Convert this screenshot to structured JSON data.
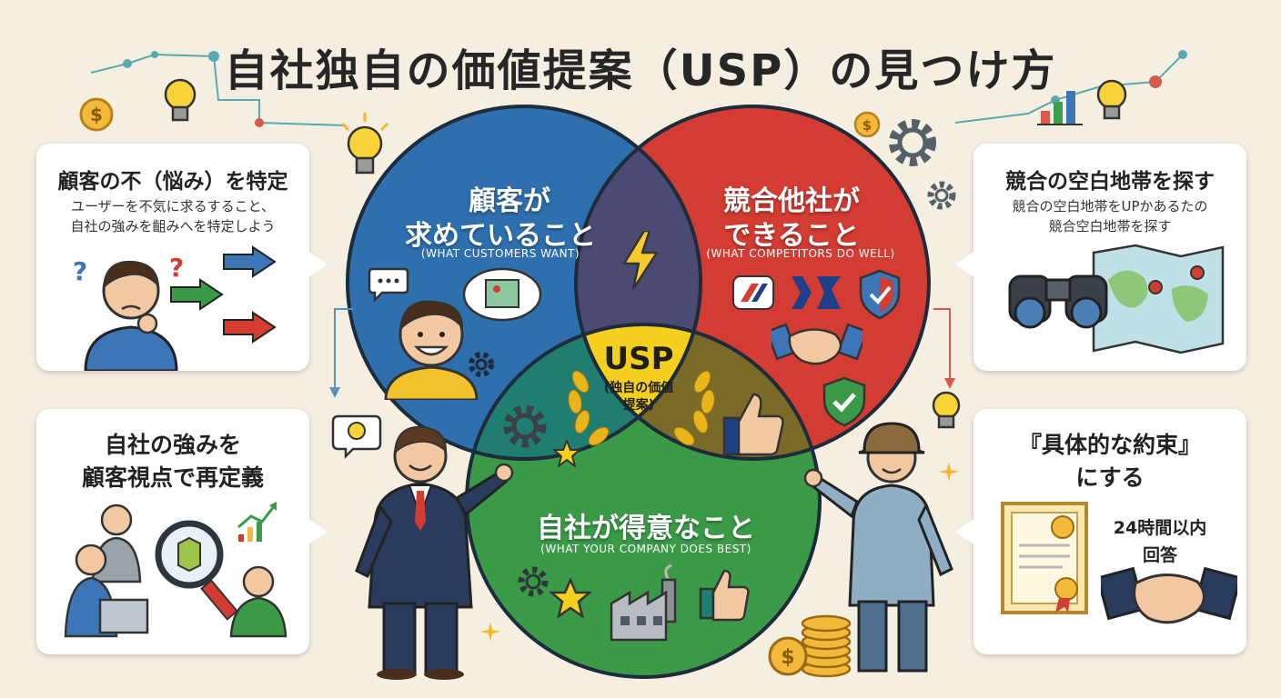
{
  "title": "自社独自の価値提案（USP）の見つけ方",
  "venn": {
    "customers": {
      "title_line1": "顧客が",
      "title_line2": "求めていること",
      "subtitle": "(WHAT CUSTOMERS WANT)",
      "color": "#2e6fae"
    },
    "competitors": {
      "title_line1": "競合他社が",
      "title_line2": "できること",
      "subtitle": "(WHAT COMPETITORS DO WELL)",
      "color": "#d23c32"
    },
    "company": {
      "title": "自社が得意なこと",
      "subtitle": "(WHAT YOUR COMPANY DOES BEST)",
      "color": "#3b9a48"
    },
    "usp": {
      "title": "USP",
      "subtitle_line1": "(独自の価値",
      "subtitle_line2": "提案)",
      "color": "#f5cf1d"
    }
  },
  "cards": {
    "identify": {
      "title": "顧客の不（悩み）を特定",
      "desc_line1": "ユーザーを不気に求るすること、",
      "desc_line2": "自社の強みを齟みへを特定しよう"
    },
    "redefine": {
      "title_line1": "自社の強みを",
      "title_line2": "顧客視点で再定義"
    },
    "whitespace": {
      "title": "競合の空白地帯を探す",
      "desc_line1": "競合の空白地帯をUPかあるたの",
      "desc_line2": "競合空白地帯を探す"
    },
    "promise": {
      "title_line1": "『具体的な約束』",
      "title_line2": "にする",
      "example_line1": "24時間以内",
      "example_line2": "回答"
    }
  },
  "icons": [
    "lightbulb-icon",
    "coin-icon",
    "gear-icon",
    "lightning-icon",
    "star-icon",
    "thumbs-up-icon",
    "shield-check-icon",
    "handshake-icon",
    "binoculars-icon",
    "map-icon",
    "certificate-icon",
    "factory-icon",
    "magnifier-icon",
    "bar-chart-icon"
  ]
}
